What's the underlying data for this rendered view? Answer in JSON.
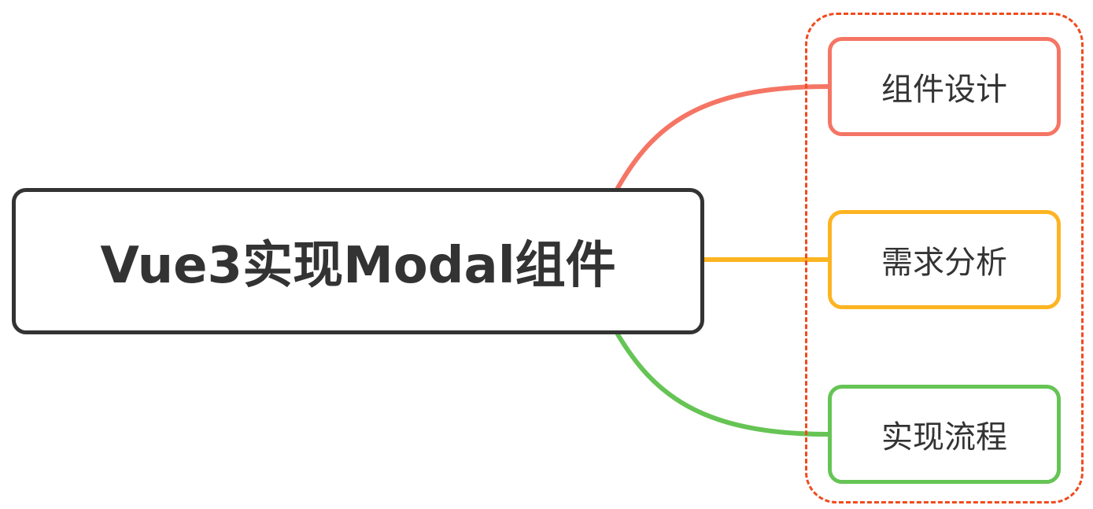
{
  "root": {
    "title": "Vue3实现Modal组件",
    "border_color": "#333333"
  },
  "group_frame_color": "#F04B1E",
  "children": [
    {
      "label": "组件设计",
      "color": "#F57565"
    },
    {
      "label": "需求分析",
      "color": "#FDB422"
    },
    {
      "label": "实现流程",
      "color": "#66C455"
    }
  ]
}
